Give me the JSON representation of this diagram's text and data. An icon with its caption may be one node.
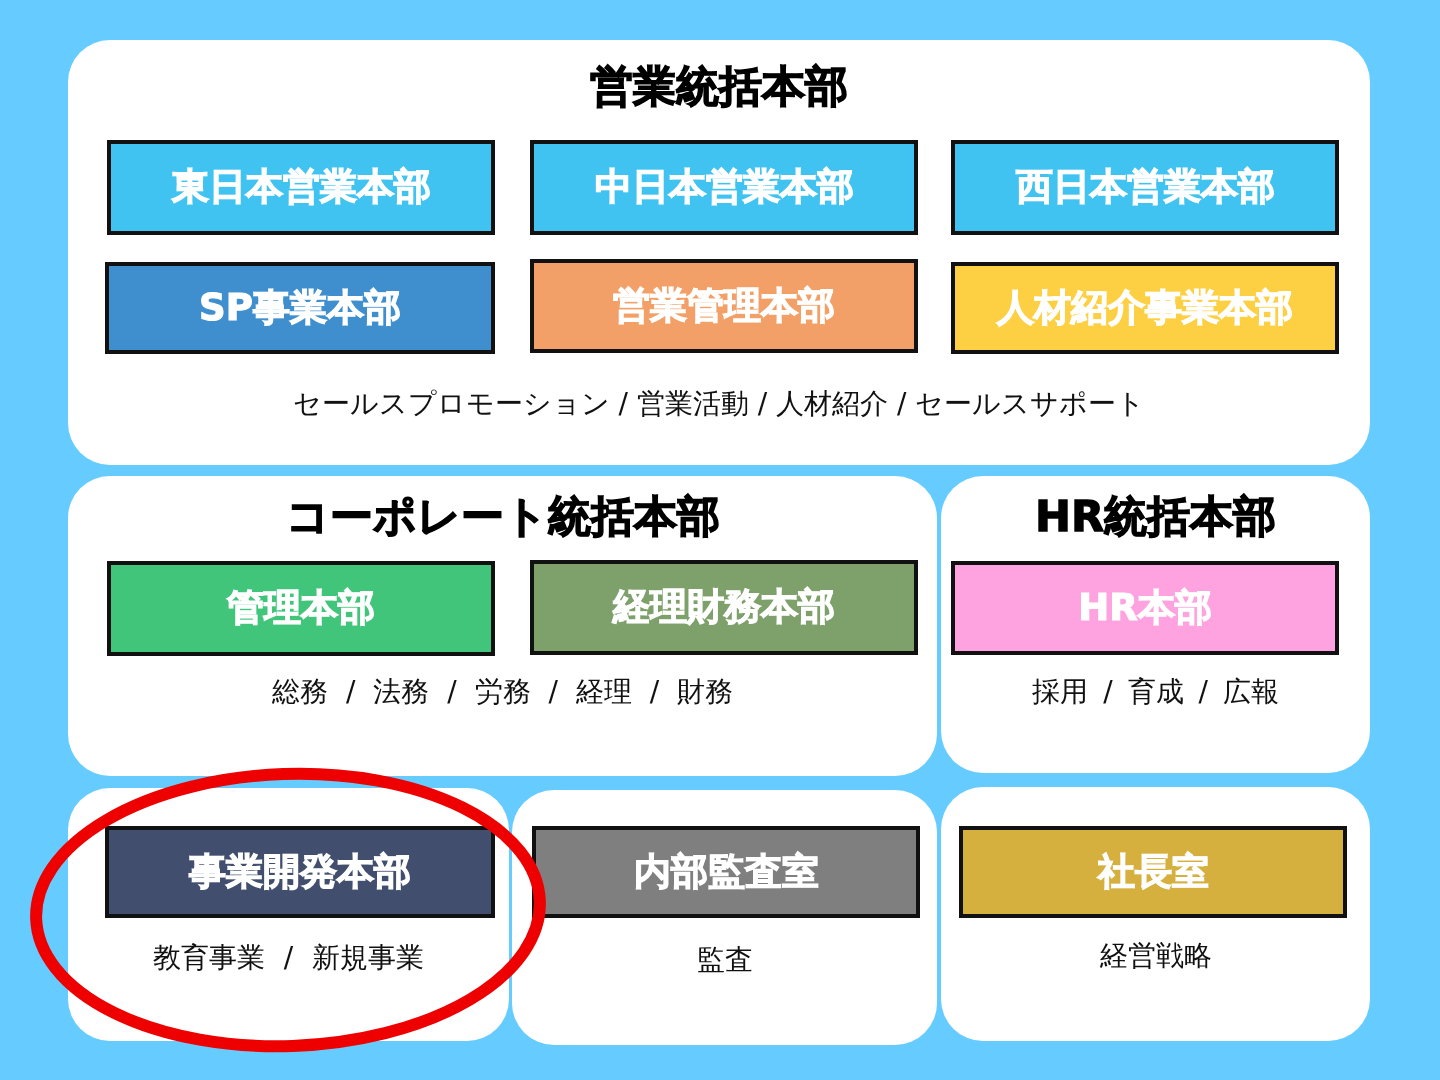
{
  "diagram": {
    "nodes": [
      {
        "text": [
          "営業統括本部",
          "セールスプロモーション / 営業活動 / 人材紹介 / セールスサポート"
        ]
      },
      {
        "text": [
          "東日本営業本部"
        ],
        "in": 0
      },
      {
        "text": [
          "中日本営業本部"
        ],
        "in": 0
      },
      {
        "text": [
          "西日本営業本部"
        ],
        "in": 0
      },
      {
        "text": [
          "SP事業本部"
        ],
        "in": 0
      },
      {
        "text": [
          "営業管理本部"
        ],
        "in": 0
      },
      {
        "text": [
          "人材紹介事業本部"
        ],
        "in": 0
      },
      {
        "text": [
          "コーポレート統括本部",
          "総務 / 法務 / 労務 / 経理 / 財務"
        ]
      },
      {
        "text": [
          "管理本部"
        ],
        "in": 7
      },
      {
        "text": [
          "経理財務本部"
        ],
        "in": 7
      },
      {
        "text": [
          "HR統括本部",
          "採用 / 育成 / 広報"
        ]
      },
      {
        "text": [
          "HR本部"
        ],
        "in": 10
      },
      {
        "text": [
          "教育事業 / 新規事業"
        ]
      },
      {
        "text": [
          "事業開発本部"
        ],
        "in": 12
      },
      {
        "text": [
          "監査"
        ]
      },
      {
        "text": [
          "内部監査室"
        ],
        "in": 14
      },
      {
        "text": [
          "経営戦略"
        ]
      },
      {
        "text": [
          "社長室"
        ],
        "in": 16
      }
    ]
  }
}
